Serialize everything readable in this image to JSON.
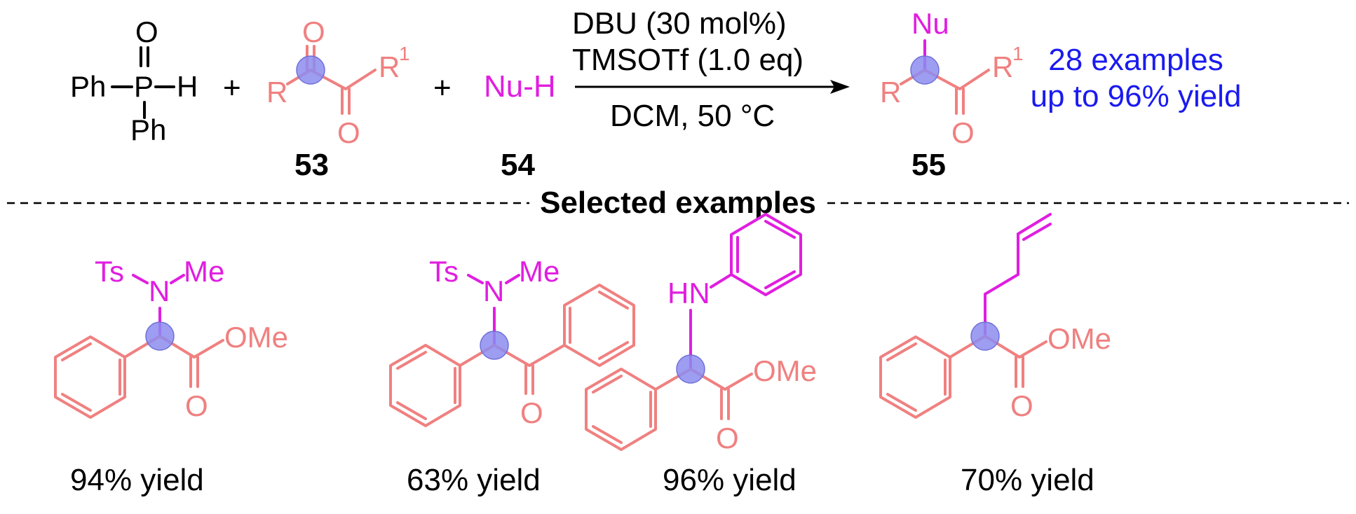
{
  "reaction": {
    "reagent_main": "Ph",
    "reagent_P": "P",
    "reagent_H": "H",
    "reagent_O": "O",
    "reagent_Ph_bottom": "Ph",
    "plus": "+",
    "sub_R": "R",
    "sub_R1": "R",
    "sup_1": "1",
    "sub_O": "O",
    "nu_h": "Nu-H",
    "prod_Nu": "Nu",
    "conditions_line1": "DBU (30 mol%)",
    "conditions_line2": "TMSOTf (1.0 eq)",
    "conditions_line3": "DCM, 50 °C",
    "compound_53": "53",
    "compound_54": "54",
    "compound_55": "55",
    "summary_line1": "28 examples",
    "summary_line2": "up to 96% yield"
  },
  "divider_title": "Selected examples",
  "examples": [
    {
      "yield": "94% yield",
      "nu_left": "Ts",
      "nu_n": "N",
      "nu_right": "Me",
      "ester": "OMe",
      "carbonyl_o": "O"
    },
    {
      "yield": "63% yield",
      "nu_left": "Ts",
      "nu_n": "N",
      "nu_right": "Me",
      "carbonyl_o": "O"
    },
    {
      "yield": "96% yield",
      "nu_n": "HN",
      "ester": "OMe",
      "carbonyl_o": "O"
    },
    {
      "yield": "70% yield",
      "ester": "OMe",
      "carbonyl_o": "O"
    }
  ],
  "colors": {
    "substrate": "#f08080",
    "nucleophile": "#e01ee0",
    "summary": "#1a1af0",
    "highlight": "#8c8cf0"
  }
}
